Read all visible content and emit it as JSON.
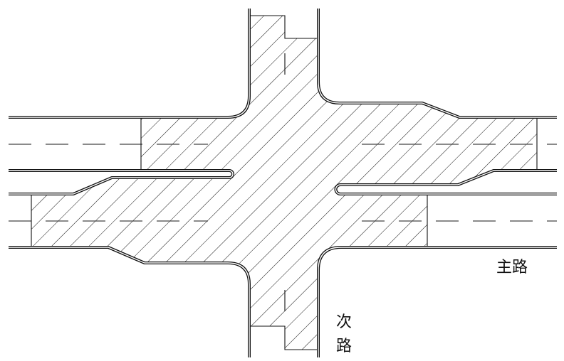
{
  "labels": {
    "main_road": "主路",
    "minor_road_chars": [
      "次",
      "路"
    ]
  },
  "colors": {
    "line": "#111111",
    "background": "#ffffff"
  }
}
